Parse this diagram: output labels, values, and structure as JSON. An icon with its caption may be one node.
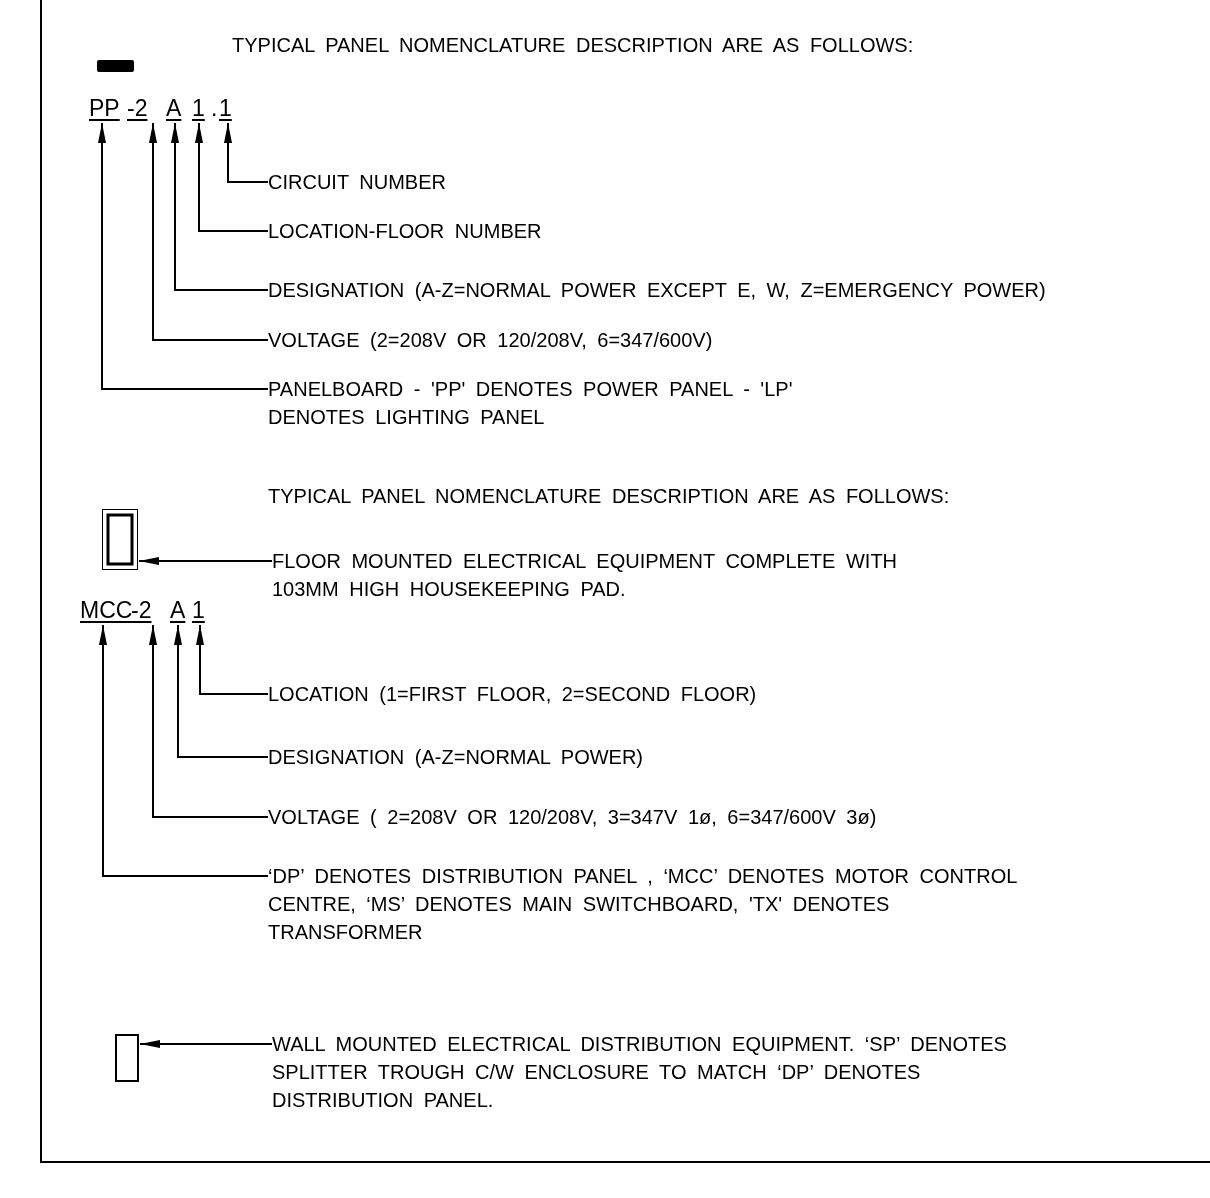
{
  "diagram": {
    "nodes": [
      {
        "text": [],
        "shape": "bar"
      },
      {
        "text": [
          "PP"
        ]
      },
      {
        "text": [
          "-2"
        ]
      },
      {
        "text": [
          "A"
        ]
      },
      {
        "text": [
          "1"
        ]
      },
      {
        "text": [
          "1"
        ]
      },
      {
        "text": [
          "CIRCUIT NUMBER"
        ]
      },
      {
        "text": [
          "LOCATION-FLOOR NUMBER"
        ]
      },
      {
        "text": [
          "DESIGNATION (A-Z=NORMAL POWER EXCEPT E, W, Z=EMERGENCY POWER)"
        ]
      },
      {
        "text": [
          "VOLTAGE (2=208V OR 120/208V, 6=347/600V)"
        ]
      },
      {
        "text": [
          "PANELBOARD - 'PP' DENOTES POWER PANEL - 'LP' DENOTES LIGHTING PANEL"
        ]
      },
      {
        "text": [],
        "shape": "box"
      },
      {
        "text": [
          "FLOOR MOUNTED ELECTRICAL EQUIPMENT COMPLETE WITH 103MM HIGH HOUSEKEEPING PAD."
        ]
      },
      {
        "text": [
          "MCC"
        ]
      },
      {
        "text": [
          "-2"
        ]
      },
      {
        "text": [
          "A"
        ]
      },
      {
        "text": [
          "1"
        ]
      },
      {
        "text": [
          "LOCATION (1=FIRST FLOOR, 2=SECOND FLOOR)"
        ]
      },
      {
        "text": [
          "DESIGNATION (A-Z=NORMAL POWER)"
        ]
      },
      {
        "text": [
          "VOLTAGE ( 2=208V OR 120/208V, 3=347V 1ø, 6=347/600V 3ø)"
        ]
      },
      {
        "text": [
          "‘DP’ DENOTES DISTRIBUTION PANEL , ‘MCC’ DENOTES MOTOR CONTROL CENTRE, ‘MS’ DENOTES MAIN SWITCHBOARD, 'TX' DENOTES TRANSFORMER"
        ]
      },
      {
        "text": [],
        "shape": "box"
      },
      {
        "text": [
          "WALL MOUNTED ELECTRICAL DISTRIBUTION EQUIPMENT. ‘SP’ DENOTES SPLITTER TROUGH C/W ENCLOSURE TO MATCH ‘DP’ DENOTES DISTRIBUTION PANEL."
        ]
      }
    ],
    "edges": [
      {
        "from": 6,
        "to": 5,
        "arrow": "to"
      },
      {
        "from": 7,
        "to": 4,
        "arrow": "to"
      },
      {
        "from": 8,
        "to": 3,
        "arrow": "to"
      },
      {
        "from": 9,
        "to": 2,
        "arrow": "to"
      },
      {
        "from": 10,
        "to": 1,
        "arrow": "to"
      },
      {
        "from": 12,
        "to": 11,
        "arrow": "to"
      },
      {
        "from": 17,
        "to": 16,
        "arrow": "to"
      },
      {
        "from": 18,
        "to": 15,
        "arrow": "to"
      },
      {
        "from": 19,
        "to": 14,
        "arrow": "to"
      },
      {
        "from": 20,
        "to": 13,
        "arrow": "to"
      },
      {
        "from": 22,
        "to": 21,
        "arrow": "to"
      }
    ],
    "labels": [
      "TYPICAL PANEL NOMENCLATURE DESCRIPTION ARE AS FOLLOWS:",
      ".",
      "TYPICAL PANEL NOMENCLATURE DESCRIPTION ARE AS FOLLOWS:"
    ]
  }
}
